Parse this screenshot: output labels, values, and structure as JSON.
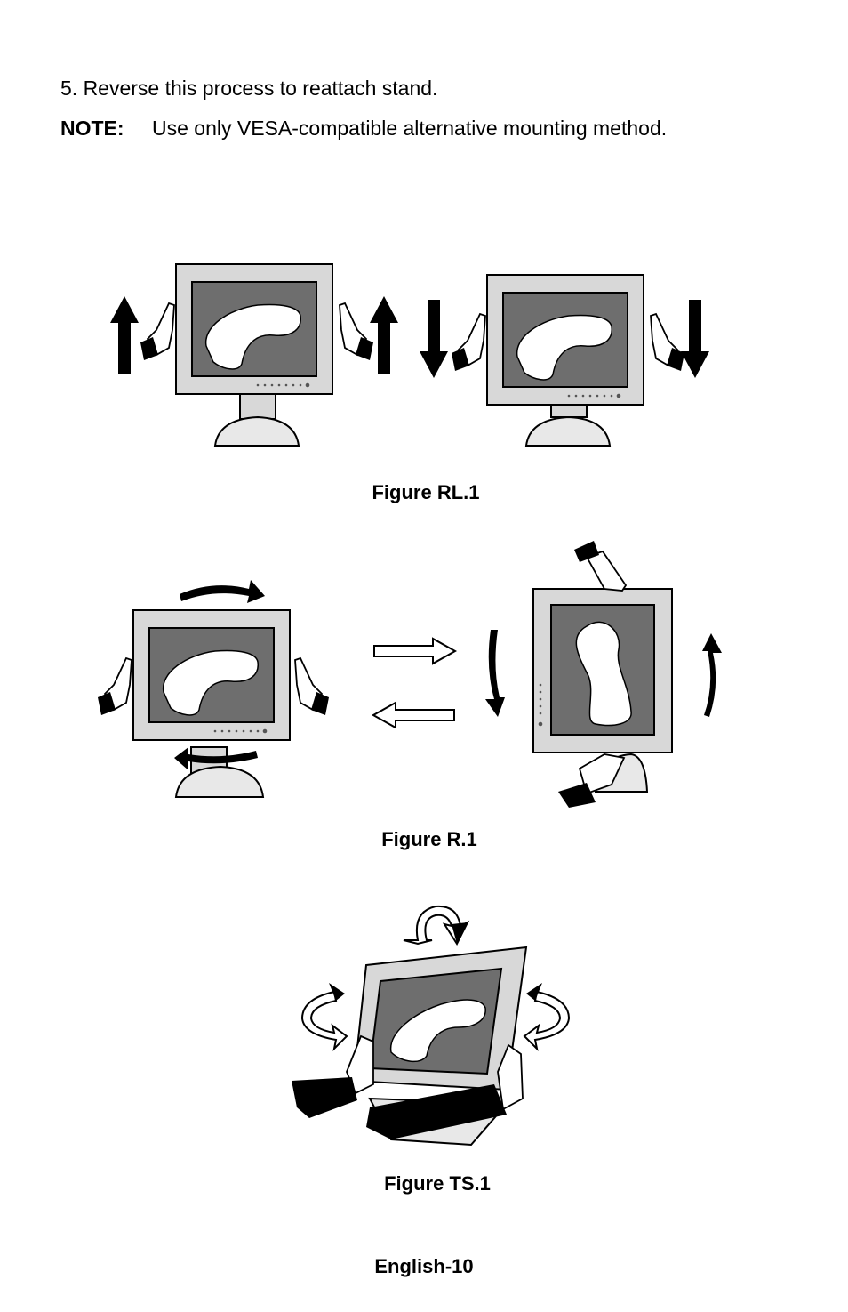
{
  "text": {
    "step5": "5.  Reverse this process to reattach stand.",
    "note_label": "NOTE:",
    "note_text": "Use only VESA-compatible alternative mounting method."
  },
  "figures": {
    "rl1": {
      "caption": "Figure RL.1",
      "illustration": "monitor-raise-lower"
    },
    "r1": {
      "caption": "Figure R.1",
      "illustration": "monitor-rotate-portrait-landscape"
    },
    "ts1": {
      "caption": "Figure TS.1",
      "illustration": "monitor-tilt-swivel"
    }
  },
  "footer": {
    "page": "English-10"
  },
  "colors": {
    "ink": "#000000",
    "screen": "#6e6e6e",
    "bezel": "#d8d8d8",
    "paper": "#ffffff"
  },
  "icons": [
    "arrow-up-icon",
    "arrow-down-icon",
    "rotate-arrow-icon",
    "hand-icon",
    "monitor-icon"
  ]
}
